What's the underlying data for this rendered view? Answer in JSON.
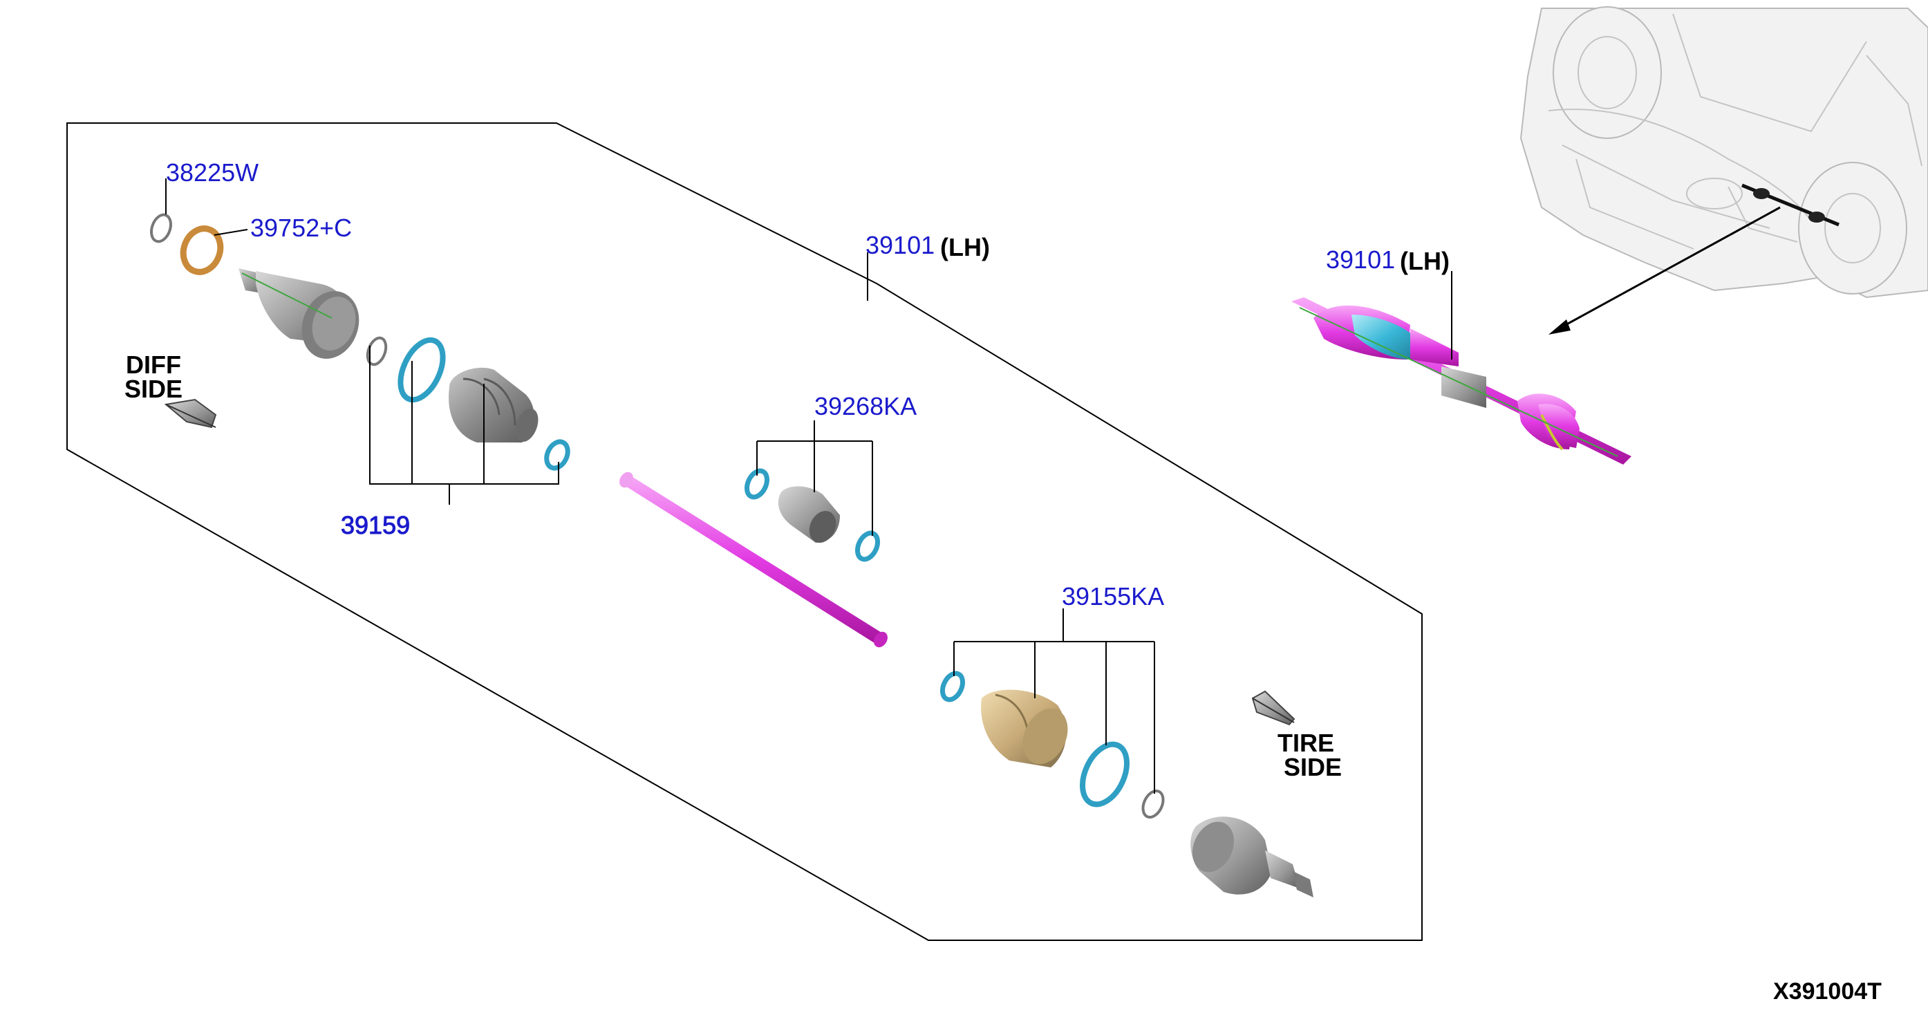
{
  "colors": {
    "label_blue": "#1a1acc",
    "shaft_magenta": "#e23be3",
    "boot_cyan": "#3ab8d8",
    "ring_cyan": "#2f9fc4",
    "part_gray": "#9c9c9c",
    "washer_orange": "#c98a3a"
  },
  "labels": {
    "p38225w": "38225W",
    "p39752c": "39752+C",
    "p39101_main": "39101",
    "lh_main": "(LH)",
    "p39101_inset": "39101",
    "lh_inset": "(LH)",
    "p39268ka": "39268KA",
    "p39155ka": "39155KA",
    "p3915x": "39159"
  },
  "sides": {
    "diff_line1": "DIFF",
    "diff_line2": "SIDE",
    "tire_line1": "TIRE",
    "tire_line2": "SIDE"
  },
  "diagram_code": "X391004T",
  "icons": [
    "arrow-left-icon",
    "arrow-right-icon",
    "car-front-icon"
  ]
}
